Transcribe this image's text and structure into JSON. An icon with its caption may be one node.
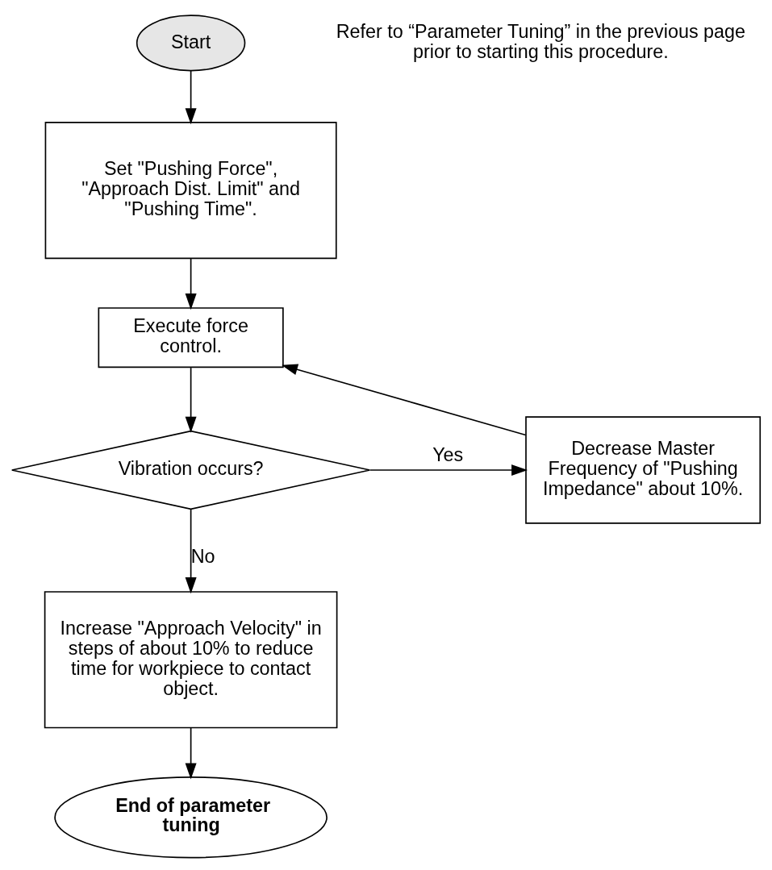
{
  "diagram": {
    "nodes": [
      {
        "text": [
          "Start"
        ]
      },
      {
        "text": [
          "Set \"Pushing Force\", \"Approach Dist. Limit\" and \"Pushing Time\"."
        ]
      },
      {
        "text": [
          "Execute force control."
        ]
      },
      {
        "text": [
          "Vibration occurs?"
        ]
      },
      {
        "text": [
          "Decrease Master Frequency of \"Pushing Impedance\" about 10%."
        ]
      },
      {
        "text": [
          "Increase \"Approach Velocity\" in steps of about 10% to reduce time for workpiece to contact object."
        ]
      },
      {
        "text": [
          "End of parameter tuning"
        ]
      }
    ],
    "edges": [
      {
        "from": 0,
        "to": 1,
        "arrow": "to"
      },
      {
        "from": 1,
        "to": 2,
        "arrow": "to"
      },
      {
        "from": 2,
        "to": 3,
        "arrow": "to"
      },
      {
        "from": 3,
        "to": 4,
        "arrow": "to",
        "label": "Yes"
      },
      {
        "from": 4,
        "to": 2,
        "arrow": "to"
      },
      {
        "from": 3,
        "to": 5,
        "arrow": "to",
        "label": "No"
      },
      {
        "from": 5,
        "to": 6,
        "arrow": "to"
      }
    ],
    "labels": [
      "Refer to “Parameter Tuning” in the previous page prior to starting this procedure."
    ]
  }
}
